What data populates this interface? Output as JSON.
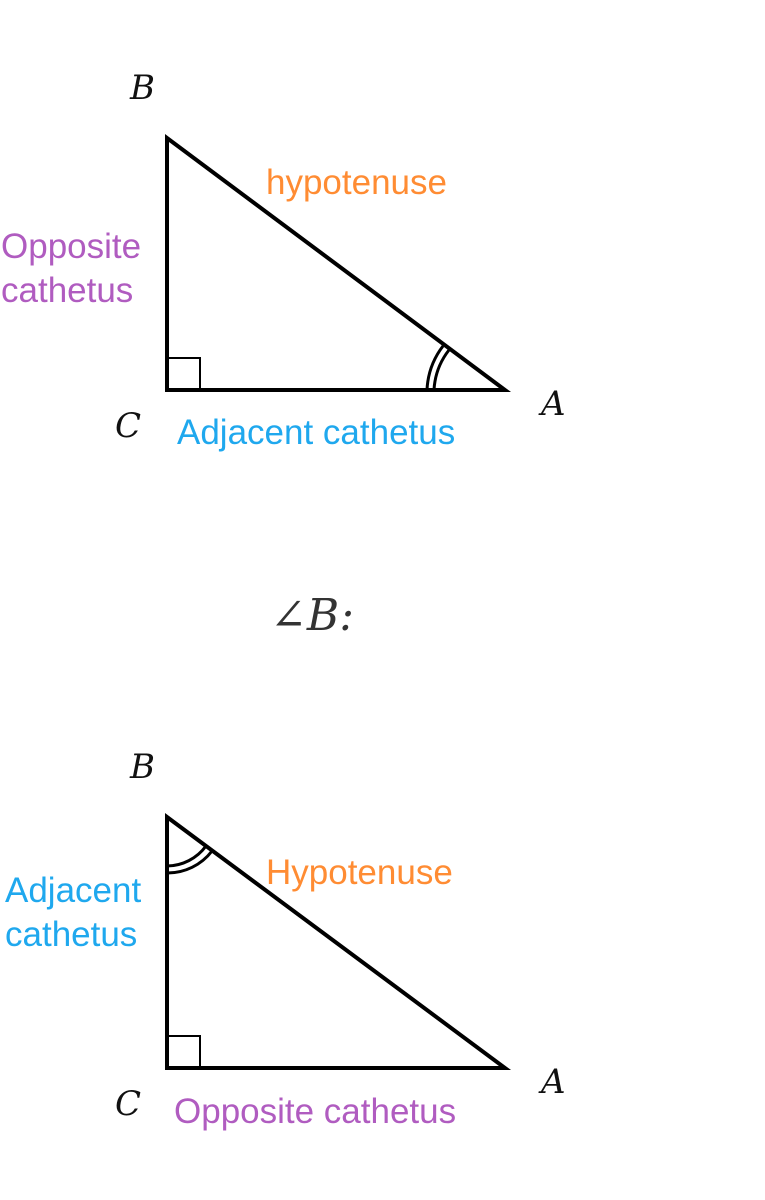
{
  "colors": {
    "hypotenuse": "#ff8c33",
    "opposite": "#b05cc0",
    "adjacent": "#1fa8ee",
    "stroke": "#000000"
  },
  "diagram1": {
    "vertices": {
      "A": "A",
      "B": "B",
      "C": "C"
    },
    "labels": {
      "hypotenuse": "hypotenuse",
      "opposite_line1": "Opposite",
      "opposite_line2": "cathetus",
      "adjacent": "Adjacent cathetus"
    },
    "marked_angle": "A"
  },
  "separator_title": "∠B:",
  "diagram2": {
    "vertices": {
      "A": "A",
      "B": "B",
      "C": "C"
    },
    "labels": {
      "hypotenuse": "Hypotenuse",
      "adjacent_line1": "Adjacent",
      "adjacent_line2": "cathetus",
      "opposite": "Opposite cathetus"
    },
    "marked_angle": "B"
  }
}
